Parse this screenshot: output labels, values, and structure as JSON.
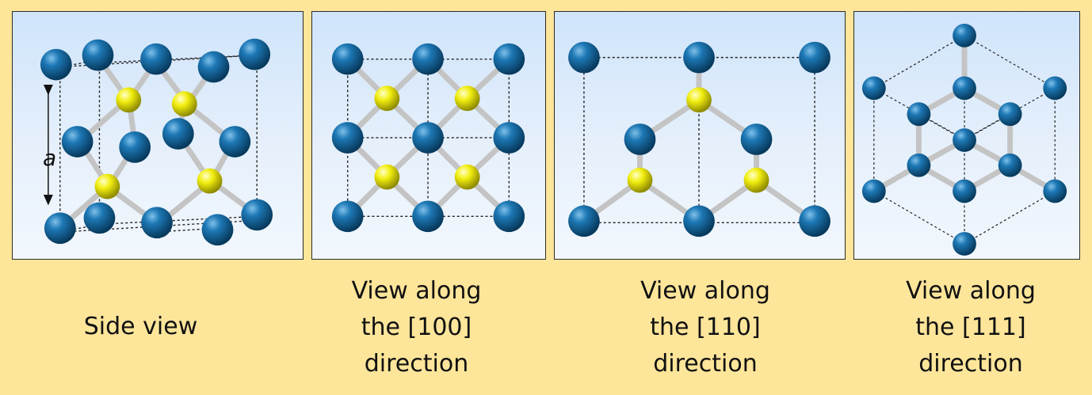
{
  "panels": [
    {
      "id": "side",
      "caption": "Side view"
    },
    {
      "id": "100",
      "caption": "View along\nthe [100]\ndirection"
    },
    {
      "id": "110",
      "caption": "View along\nthe [110]\ndirection"
    },
    {
      "id": "111",
      "caption": "View along\nthe [111]\ndirection"
    }
  ],
  "lattice_label": "a",
  "colors": {
    "background": "#fde59a",
    "blue_atom": "#0f5f94",
    "yellow_atom": "#e6e000",
    "bond": "#c8c8c8"
  }
}
